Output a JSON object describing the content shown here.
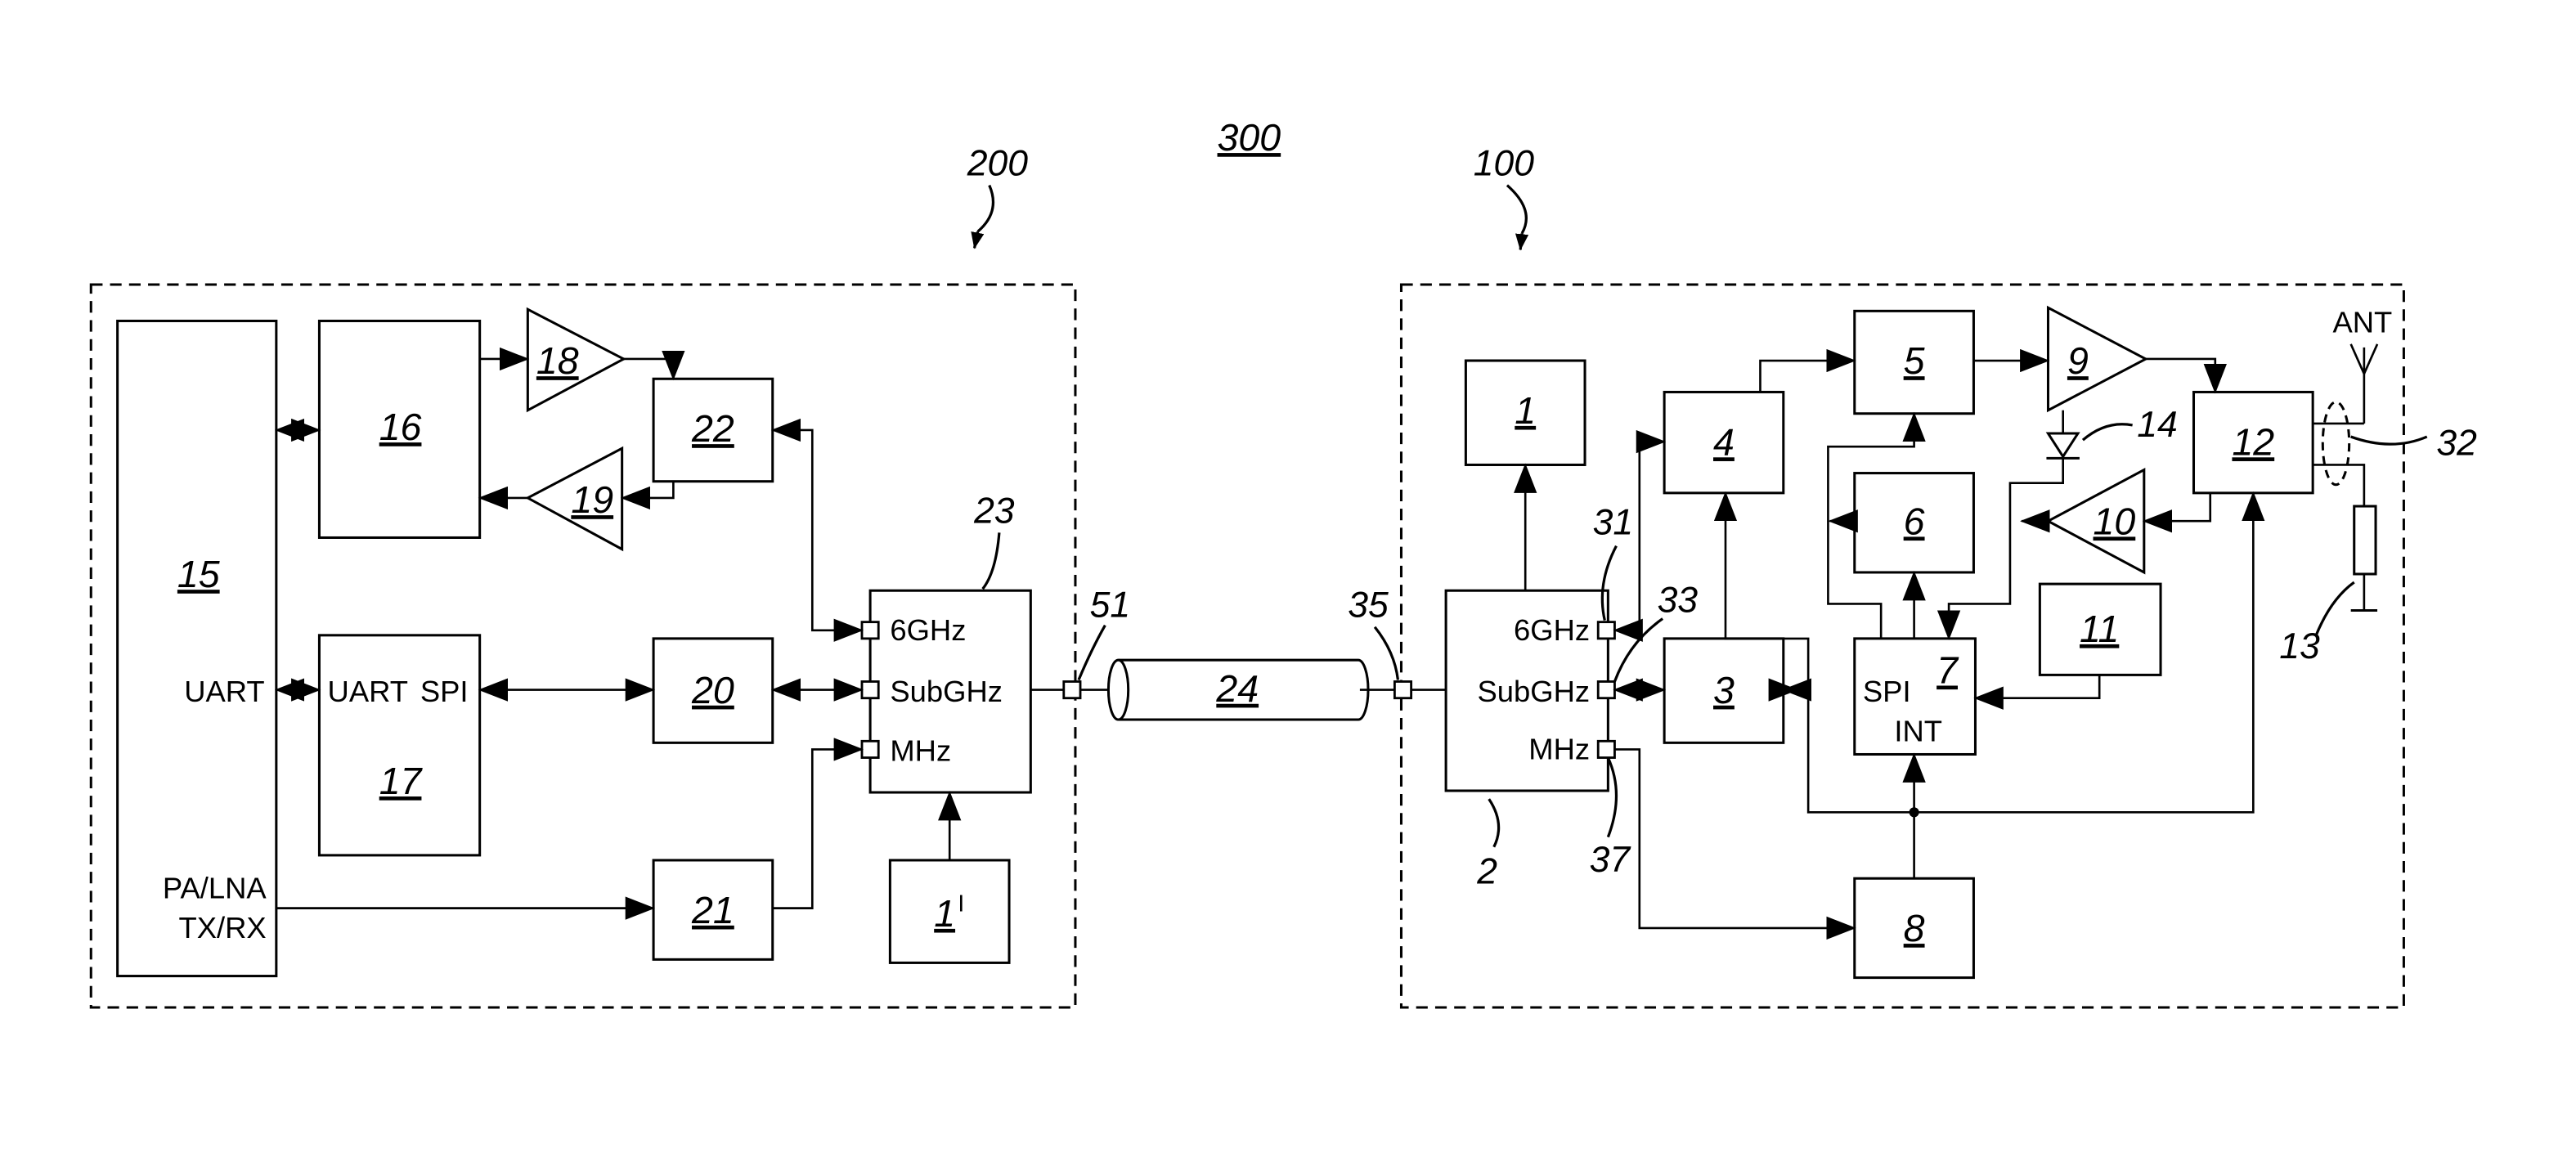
{
  "figure_ref": "300",
  "unit_200": {
    "ref": "200",
    "block_15": "15",
    "block_15_uart": "UART",
    "block_15_pa_lna": "PA/LNA",
    "block_15_txrx": "TX/RX",
    "block_16": "16",
    "block_17": "17",
    "block_17_uart": "UART",
    "block_17_spi": "SPI",
    "amp_18": "18",
    "amp_19": "19",
    "block_20": "20",
    "block_21": "21",
    "block_22": "22",
    "block_23_ref": "23",
    "block_23_6ghz": "6GHz",
    "block_23_subghz": "SubGHz",
    "block_23_mhz": "MHz",
    "block_1prime": "1",
    "block_1prime_mark": "I",
    "port_51": "51"
  },
  "cable_24": "24",
  "unit_100": {
    "ref": "100",
    "port_35": "35",
    "block_1": "1",
    "block_2_ref": "2",
    "block_2_6ghz": "6GHz",
    "block_2_subghz": "SubGHz",
    "block_2_mhz": "MHz",
    "ref_31": "31",
    "ref_33": "33",
    "ref_37": "37",
    "block_3": "3",
    "block_4": "4",
    "block_5": "5",
    "block_6": "6",
    "block_7": "7",
    "block_7_spi": "SPI",
    "block_7_int": "INT",
    "block_8": "8",
    "amp_9": "9",
    "amp_10": "10",
    "block_11": "11",
    "block_12": "12",
    "resistor_13": "13",
    "diode_14": "14",
    "ref_32": "32",
    "antenna": "ANT"
  }
}
